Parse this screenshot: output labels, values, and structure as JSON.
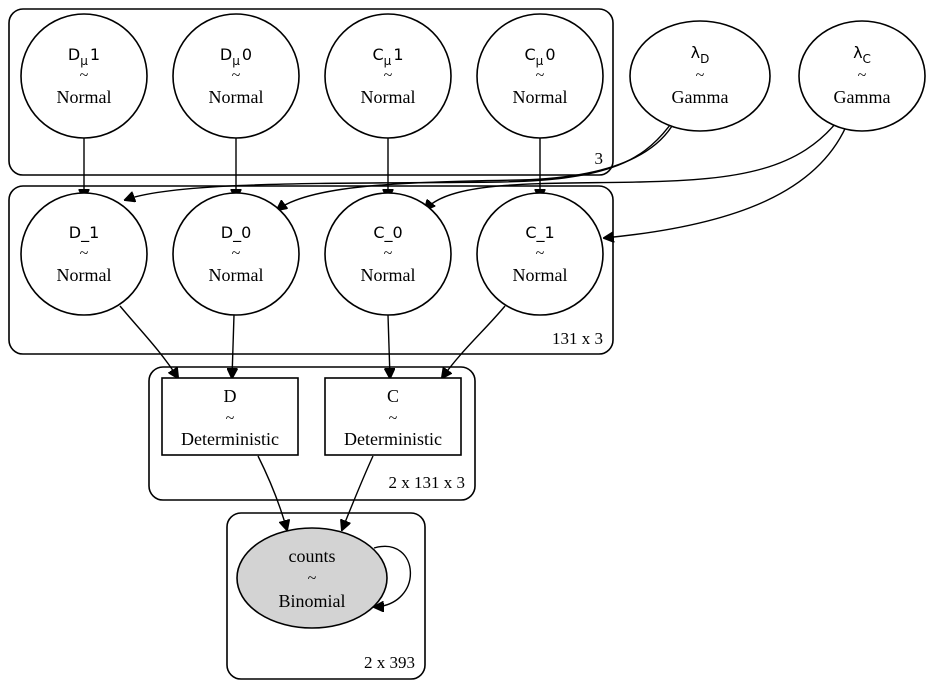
{
  "plates": {
    "hyper": "3",
    "latent": "131 x 3",
    "deterministic": "2 x 131 x 3",
    "observed": "2 x 393"
  },
  "nodes": {
    "D_mu_1": {
      "name": "D",
      "sub": "μ",
      "suffix": "1",
      "tilde": "~",
      "dist": "Normal"
    },
    "D_mu_0": {
      "name": "D",
      "sub": "μ",
      "suffix": "0",
      "tilde": "~",
      "dist": "Normal"
    },
    "C_mu_1": {
      "name": "C",
      "sub": "μ",
      "suffix": "1",
      "tilde": "~",
      "dist": "Normal"
    },
    "C_mu_0": {
      "name": "C",
      "sub": "μ",
      "suffix": "0",
      "tilde": "~",
      "dist": "Normal"
    },
    "lambda_D": {
      "name": "λ",
      "sub": "D",
      "tilde": "~",
      "dist": "Gamma"
    },
    "lambda_C": {
      "name": "λ",
      "sub": "C",
      "tilde": "~",
      "dist": "Gamma"
    },
    "D_1": {
      "name": "D_1",
      "tilde": "~",
      "dist": "Normal"
    },
    "D_0": {
      "name": "D_0",
      "tilde": "~",
      "dist": "Normal"
    },
    "C_0": {
      "name": "C_0",
      "tilde": "~",
      "dist": "Normal"
    },
    "C_1": {
      "name": "C_1",
      "tilde": "~",
      "dist": "Normal"
    },
    "D": {
      "name": "D",
      "tilde": "~",
      "dist": "Deterministic"
    },
    "C": {
      "name": "C",
      "tilde": "~",
      "dist": "Deterministic"
    },
    "counts": {
      "name": "counts",
      "tilde": "~",
      "dist": "Binomial"
    }
  },
  "colors": {
    "observed_fill": "#d3d3d3",
    "stroke": "#000000",
    "background": "#ffffff"
  }
}
